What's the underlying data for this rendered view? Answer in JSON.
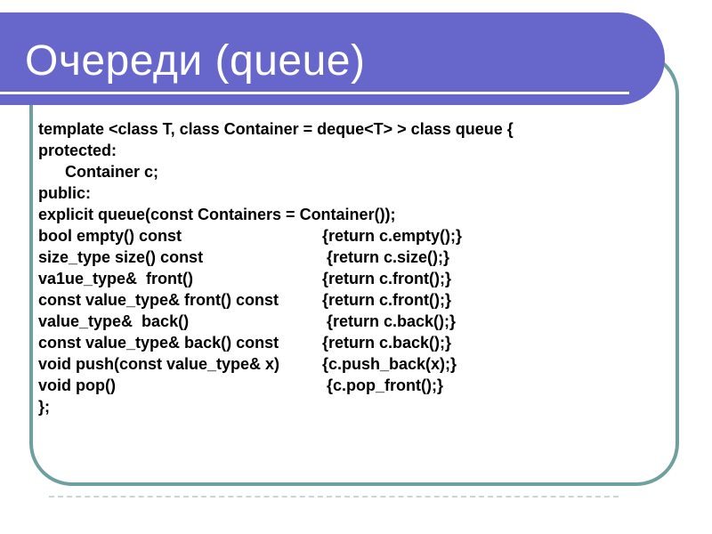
{
  "slide": {
    "title": "Очереди (queue)",
    "colors": {
      "title_bar": "#6666CB",
      "title_text": "#FFFFFF",
      "frame_border": "#6FA0A0",
      "code_text": "#000000",
      "background": "#FFFFFF"
    },
    "code_lines": [
      {
        "left": "template <class T, class Container = deque<T> > class queue {",
        "right": ""
      },
      {
        "left": "protected:",
        "right": ""
      },
      {
        "left": "      Container c;",
        "right": ""
      },
      {
        "left": "public:",
        "right": ""
      },
      {
        "left": "explicit queue(const Containers = Container());",
        "right": ""
      },
      {
        "left": "bool empty() const",
        "right": "{return c.empty();}"
      },
      {
        "left": "size_type size() const",
        "right": " {return c.size();}"
      },
      {
        "left": "va1ue_type&  front()",
        "right": "{return c.front();}"
      },
      {
        "left": "const value_type& front() const",
        "right": "{return c.front();}"
      },
      {
        "left": "value_type&  back()",
        "right": " {return c.back();}"
      },
      {
        "left": "const value_type& back() const",
        "right": "{return c.back();}"
      },
      {
        "left": "void push(const value_type& x)",
        "right": "{c.push_back(x);}"
      },
      {
        "left": "void pop()",
        "right": " {c.pop_front();}"
      },
      {
        "left": "};",
        "right": ""
      }
    ]
  }
}
